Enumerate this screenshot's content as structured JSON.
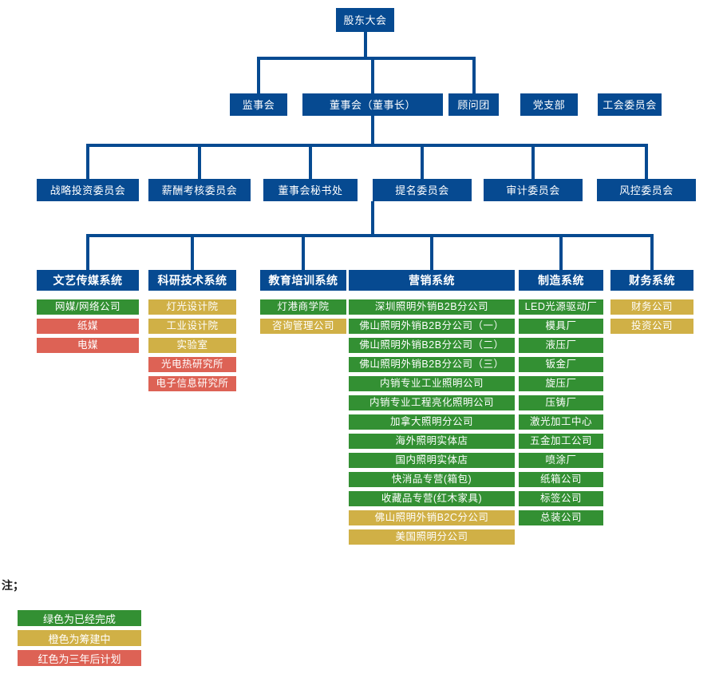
{
  "chart_type": "org-chart",
  "colors": {
    "blue": "#064a91",
    "green": "#339033",
    "orange": "#d0b046",
    "red": "#dd6255",
    "background": "#ffffff",
    "connector": "#064a91"
  },
  "level1": {
    "label": "股东大会"
  },
  "level2": [
    {
      "label": "监事会"
    },
    {
      "label": "董事会（董事长）"
    },
    {
      "label": "顾问团"
    },
    {
      "label": "党支部"
    },
    {
      "label": "工会委员会"
    }
  ],
  "level3": [
    {
      "label": "战略投资委员会"
    },
    {
      "label": "薪酬考核委员会"
    },
    {
      "label": "董事会秘书处"
    },
    {
      "label": "提名委员会"
    },
    {
      "label": "审计委员会"
    },
    {
      "label": "风控委员会"
    }
  ],
  "departments": [
    {
      "header": "文艺传媒系统",
      "items": [
        {
          "label": "网媒/网络公司",
          "status": "green"
        },
        {
          "label": "纸媒",
          "status": "red"
        },
        {
          "label": "电媒",
          "status": "red"
        }
      ]
    },
    {
      "header": "科研技术系统",
      "items": [
        {
          "label": "灯光设计院",
          "status": "orange"
        },
        {
          "label": "工业设计院",
          "status": "orange"
        },
        {
          "label": "实验室",
          "status": "orange"
        },
        {
          "label": "光电热研究所",
          "status": "red"
        },
        {
          "label": "电子信息研究所",
          "status": "red"
        }
      ]
    },
    {
      "header": "教育培训系统",
      "items": [
        {
          "label": "灯港商学院",
          "status": "green"
        },
        {
          "label": "咨询管理公司",
          "status": "orange"
        }
      ]
    },
    {
      "header": "营销系统",
      "items": [
        {
          "label": "深圳照明外销B2B分公司",
          "status": "green"
        },
        {
          "label": "佛山照明外销B2B分公司（一）",
          "status": "green"
        },
        {
          "label": "佛山照明外销B2B分公司（二）",
          "status": "green"
        },
        {
          "label": "佛山照明外销B2B分公司（三）",
          "status": "green"
        },
        {
          "label": "内销专业工业照明公司",
          "status": "green"
        },
        {
          "label": "内销专业工程亮化照明公司",
          "status": "green"
        },
        {
          "label": "加拿大照明分公司",
          "status": "green"
        },
        {
          "label": "海外照明实体店",
          "status": "green"
        },
        {
          "label": "国内照明实体店",
          "status": "green"
        },
        {
          "label": "快消品专营(箱包)",
          "status": "green"
        },
        {
          "label": "收藏品专营(红木家具)",
          "status": "green"
        },
        {
          "label": "佛山照明外销B2C分公司",
          "status": "orange"
        },
        {
          "label": "美国照明分公司",
          "status": "orange"
        }
      ]
    },
    {
      "header": "制造系统",
      "items": [
        {
          "label": "LED光源驱动厂",
          "status": "green"
        },
        {
          "label": "模具厂",
          "status": "green"
        },
        {
          "label": "液压厂",
          "status": "green"
        },
        {
          "label": "钣金厂",
          "status": "green"
        },
        {
          "label": "旋压厂",
          "status": "green"
        },
        {
          "label": "压铸厂",
          "status": "green"
        },
        {
          "label": "激光加工中心",
          "status": "green"
        },
        {
          "label": "五金加工公司",
          "status": "green"
        },
        {
          "label": "喷涂厂",
          "status": "green"
        },
        {
          "label": "纸箱公司",
          "status": "green"
        },
        {
          "label": "标签公司",
          "status": "green"
        },
        {
          "label": "总装公司",
          "status": "green"
        }
      ]
    },
    {
      "header": "财务系统",
      "items": [
        {
          "label": "财务公司",
          "status": "orange"
        },
        {
          "label": "投资公司",
          "status": "orange"
        }
      ]
    }
  ],
  "legend": {
    "note": "注；",
    "items": [
      {
        "label": "绿色为已经完成",
        "status": "green"
      },
      {
        "label": "橙色为筹建中",
        "status": "orange"
      },
      {
        "label": "红色为三年后计划",
        "status": "red"
      }
    ]
  }
}
